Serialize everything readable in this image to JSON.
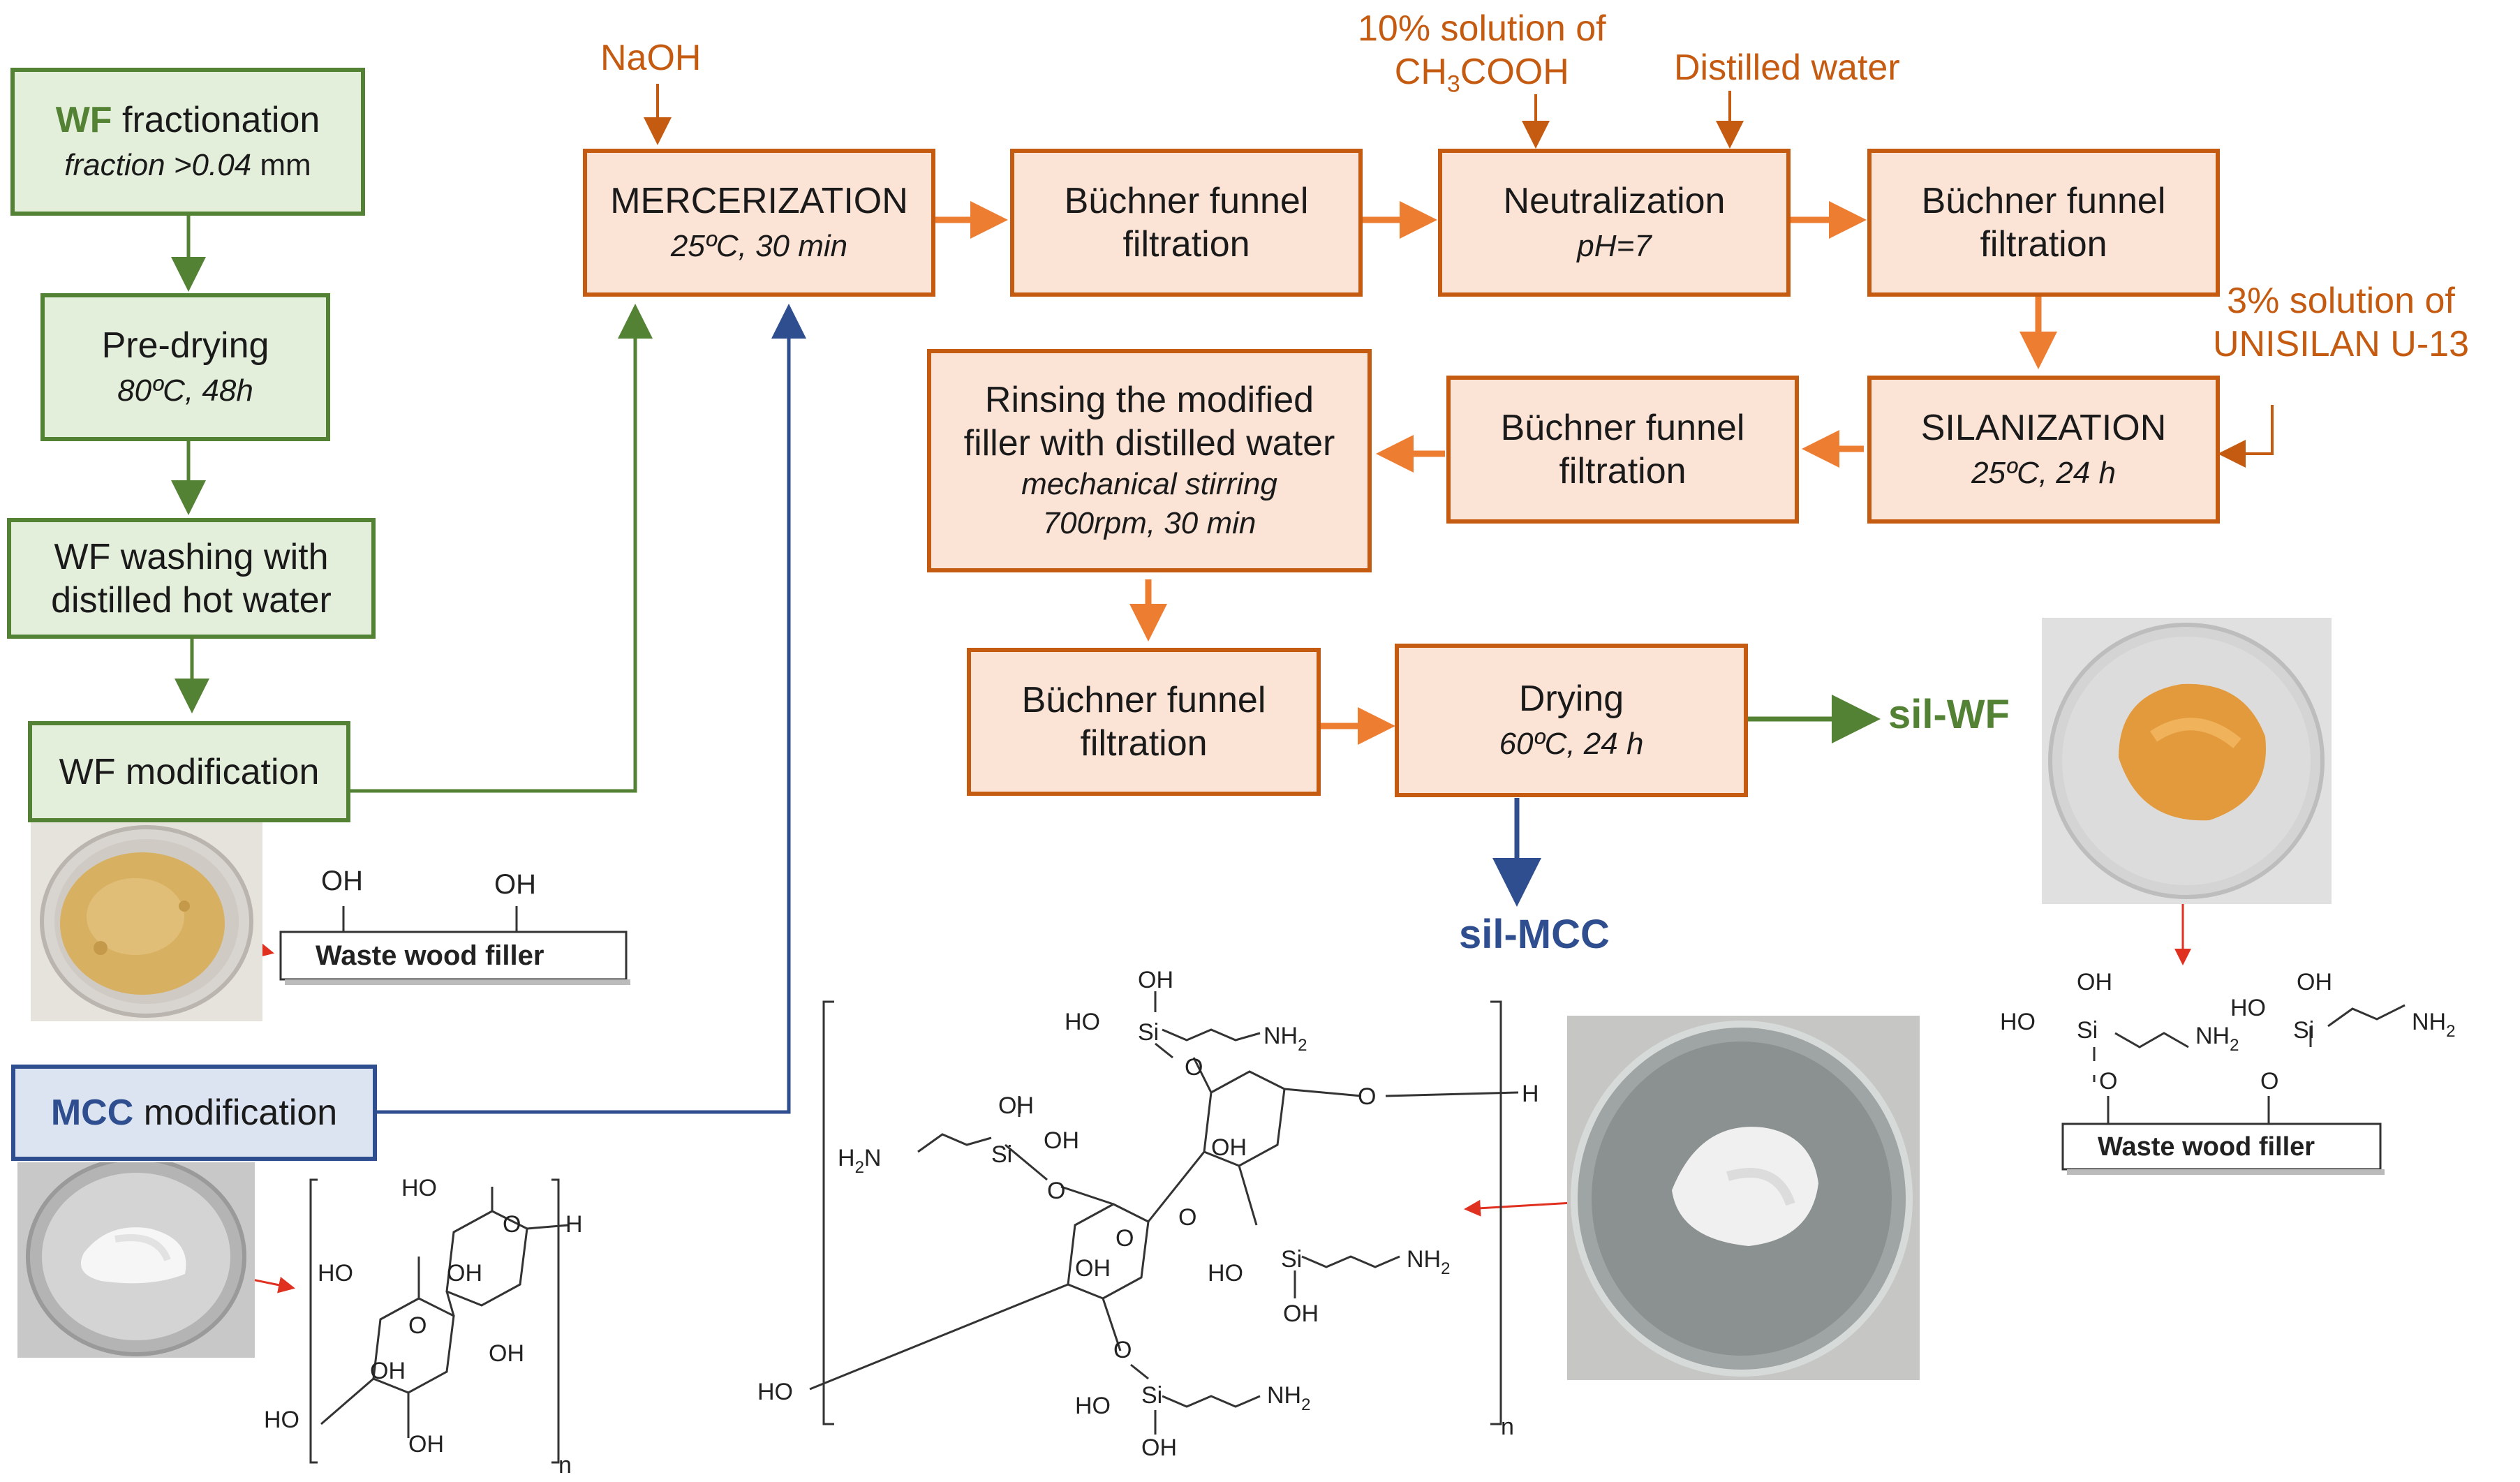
{
  "colors": {
    "green": "#548235",
    "orange": "#c55a11",
    "blue": "#2f4e8f",
    "red": "#e03020"
  },
  "left": {
    "fractionation": {
      "accent": "WF",
      "title": " fractionation",
      "sub": "fraction >0.04",
      "unit": " mm"
    },
    "predrying": {
      "title": "Pre-drying",
      "sub": "80ºC, 48h"
    },
    "washing": {
      "title_line1": "WF washing with",
      "title_line2": "distilled hot water"
    },
    "wf_mod": {
      "title": "WF modification"
    },
    "mcc_mod": {
      "accent": "MCC",
      "title": " modification"
    }
  },
  "reagents": {
    "naoh": "NaOH",
    "acetic_line1": "10% solution of",
    "acetic_formula": "CH",
    "acetic_sub": "3",
    "acetic_tail": "COOH",
    "water": "Distilled water",
    "silane_line1": "3% solution of",
    "silane_line2": "UNISILAN U-13"
  },
  "process": {
    "mercerization": {
      "title": "MERCERIZATION",
      "sub": "25ºC, 30 min"
    },
    "buchner1": {
      "line1": "Büchner funnel",
      "line2": "filtration"
    },
    "neutralization": {
      "title": "Neutralization",
      "sub": "pH=7"
    },
    "buchner2": {
      "line1": "Büchner funnel",
      "line2": "filtration"
    },
    "silanization": {
      "title": "SILANIZATION",
      "sub": "25ºC, 24 h"
    },
    "buchner3": {
      "line1": "Büchner funnel",
      "line2": "filtration"
    },
    "rinsing": {
      "line1": "Rinsing the modified",
      "line2": "filler with  distilled water",
      "sub1": "mechanical stirring",
      "sub2": "700rpm, 30 min"
    },
    "buchner4": {
      "line1": "Büchner funnel",
      "line2": "filtration"
    },
    "drying": {
      "title": "Drying",
      "sub": "60ºC, 24 h"
    }
  },
  "products": {
    "sil_wf": "sil-WF",
    "sil_mcc": "sil-MCC"
  },
  "chem": {
    "oh": "OH",
    "ho": "HO",
    "h": "H",
    "o": "O",
    "si": "Si",
    "nh2": "NH",
    "nh2_sub": "2",
    "h2n": "H",
    "h2n_sub": "2",
    "h2n_tail": "N",
    "n": "n",
    "waste_wood": "Waste wood filler"
  },
  "photos": [
    "wood-flour-photo",
    "mcc-photo",
    "sil-mcc-photo",
    "sil-wf-photo"
  ]
}
